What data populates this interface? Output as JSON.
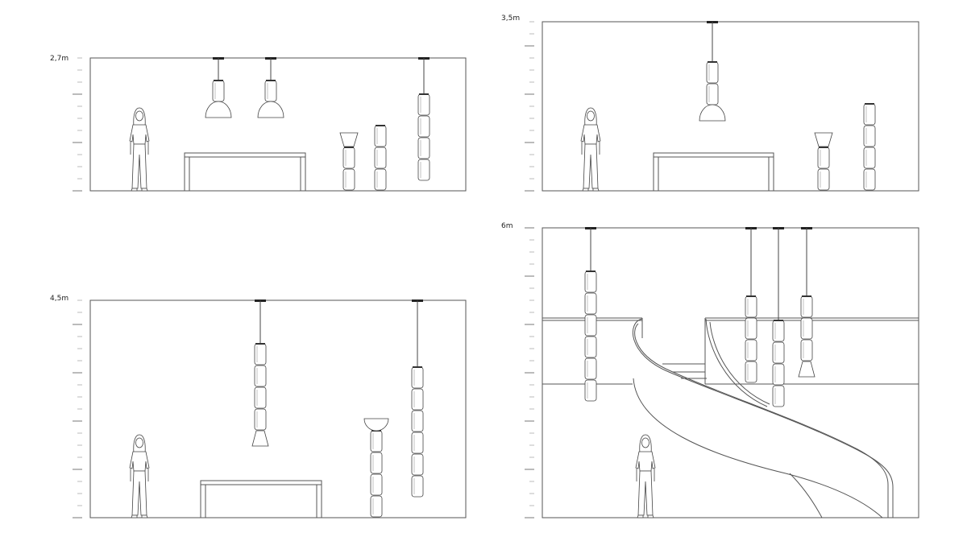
{
  "panels": [
    {
      "id": "elevation-2-7m",
      "height_label": "2,7m",
      "ceiling_height_m": 2.7
    },
    {
      "id": "elevation-3-5m",
      "height_label": "3,5m",
      "ceiling_height_m": 3.5
    },
    {
      "id": "elevation-4-5m",
      "height_label": "4,5m",
      "ceiling_height_m": 4.5
    },
    {
      "id": "elevation-6m",
      "height_label": "6m",
      "ceiling_height_m": 6
    }
  ],
  "colors": {
    "line": "#555555",
    "mount": "#222222",
    "background": "#ffffff"
  }
}
